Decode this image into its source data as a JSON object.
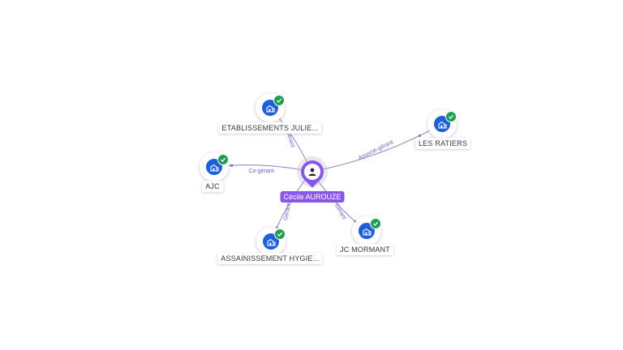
{
  "colors": {
    "person": "#8a56e8",
    "company_icon": "#1d5fd8",
    "verified_badge": "#1f9d55",
    "edge": "#7d76b8",
    "edge_label": "#6a5acd"
  },
  "person": {
    "name": "Cécile AUROUZE",
    "icon": "person-icon"
  },
  "companies": [
    {
      "id": "etab",
      "name": "ETABLISSEMENTS JULIE...",
      "icon": "building-icon",
      "verified": true
    },
    {
      "id": "ratiers",
      "name": "LES RATIERS",
      "icon": "building-icon",
      "verified": true
    },
    {
      "id": "ajc",
      "name": "AJC",
      "icon": "building-icon",
      "verified": true
    },
    {
      "id": "assain",
      "name": "ASSAINISSEMENT HYGIE...",
      "icon": "building-icon",
      "verified": true
    },
    {
      "id": "jc",
      "name": "JC MORMANT",
      "icon": "building-icon",
      "verified": true
    }
  ],
  "relations": [
    {
      "to": "etab",
      "label": "Gérant"
    },
    {
      "to": "ratiers",
      "label": "Associé-gérant"
    },
    {
      "to": "ajc",
      "label": "Co-gérant"
    },
    {
      "to": "assain",
      "label": "Gérant"
    },
    {
      "to": "jc",
      "label": "Gérant"
    }
  ]
}
